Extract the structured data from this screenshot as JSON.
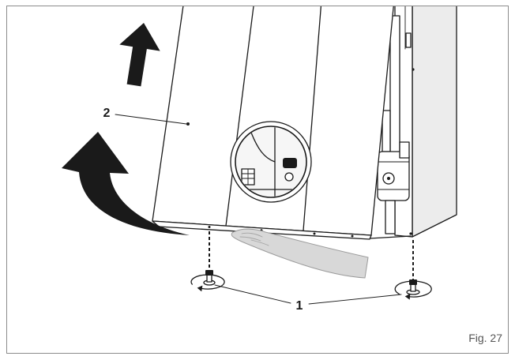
{
  "figure": {
    "caption": "Fig. 27",
    "callouts": [
      {
        "label": "2"
      },
      {
        "label": "1"
      }
    ]
  },
  "colors": {
    "ink": "#1a1a1a",
    "frame": "#8c8c8c",
    "side": "#ececec",
    "hand": "#d8d8d8",
    "caption": "#555555"
  }
}
